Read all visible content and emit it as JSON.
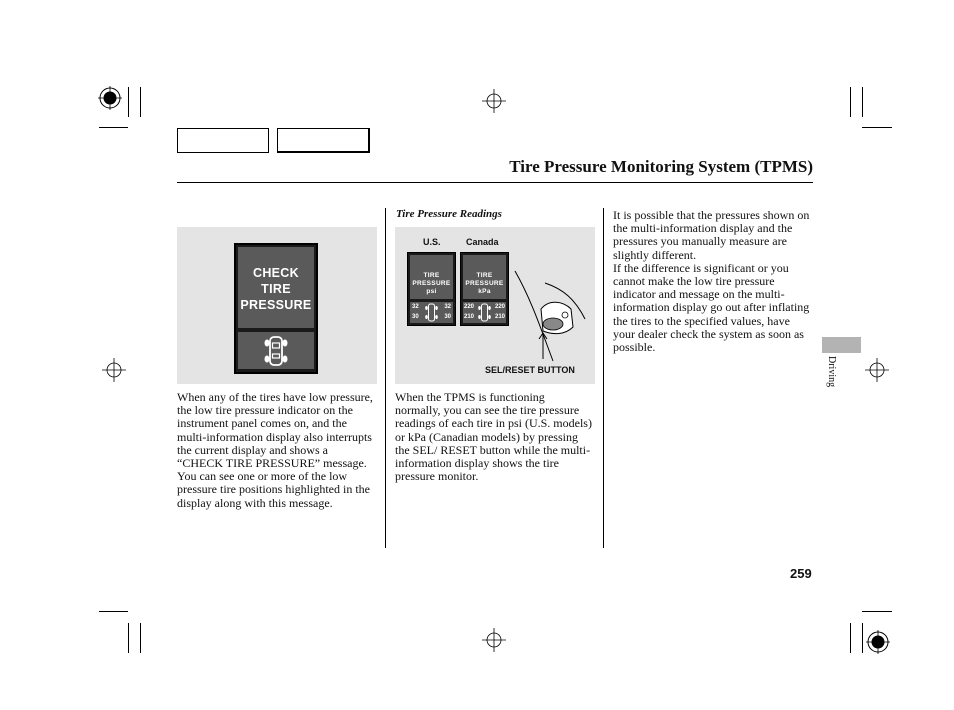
{
  "header": {
    "title": "Tire Pressure Monitoring System (TPMS)"
  },
  "figure_left": {
    "display_text": [
      "CHECK",
      "TIRE",
      "PRESSURE"
    ]
  },
  "figure_middle": {
    "caption": "Tire Pressure Readings",
    "label_us": "U.S.",
    "label_canada": "Canada",
    "us_display": {
      "lines": [
        "TIRE",
        "PRESSURE",
        "psi"
      ],
      "front_left": "32",
      "front_right": "32",
      "rear_left": "30",
      "rear_right": "30"
    },
    "canada_display": {
      "lines": [
        "TIRE",
        "PRESSURE",
        "kPa"
      ],
      "front_left": "220",
      "front_right": "220",
      "rear_left": "210",
      "rear_right": "210"
    },
    "button_label": "SEL/RESET BUTTON"
  },
  "columns": {
    "left": "When any of the tires have low pressure, the low tire pressure indicator on the instrument panel comes on, and the multi-information display also interrupts the current display and shows a “CHECK TIRE PRESSURE” message. You can see one or more of the low pressure tire positions highlighted in the display along with this message.",
    "middle": "When the TPMS is functioning normally, you can see the tire pressure readings of each tire in psi (U.S. models) or kPa (Canadian models) by pressing the SEL/ RESET button while the multi-information display shows the tire pressure monitor.",
    "right_p1": "It is possible that the pressures shown on the multi-information display and the pressures you manually measure are slightly different.",
    "right_p2": "If the difference is significant or you cannot make the low tire pressure indicator and message on the multi-information display go out after inflating the tires to the specified values, have your dealer check the system as soon as possible."
  },
  "side_tab": {
    "label": "Driving"
  },
  "footer": {
    "page_number": "259"
  }
}
